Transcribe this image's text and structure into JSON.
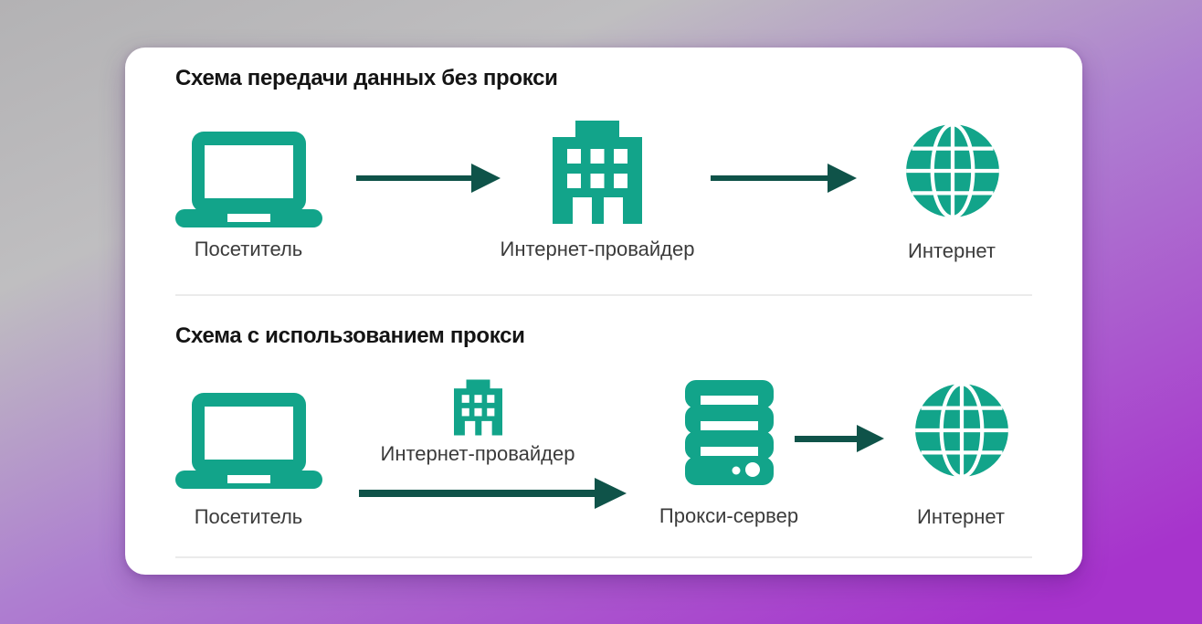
{
  "theme": {
    "bg_start": "#b3b2b4",
    "bg_mid_gray": "#bfbec0",
    "bg_mid_purple": "#ae7fd0",
    "bg_end": "#a733cc",
    "card_bg": "#ffffff",
    "icon_color": "#12a48a",
    "arrow_color": "#0f5349",
    "title_color": "#141414",
    "label_color": "#3b3b3b",
    "divider_color": "#ebebeb"
  },
  "card": {
    "sections": [
      {
        "title": "Схема передачи данных без прокси",
        "nodes": [
          {
            "icon": "laptop-icon",
            "label": "Посетитель"
          },
          {
            "icon": "building-icon",
            "label": "Интернет-провайдер"
          },
          {
            "icon": "globe-icon",
            "label": "Интернет"
          }
        ]
      },
      {
        "title": "Схема с использованием прокси",
        "nodes": [
          {
            "icon": "laptop-icon",
            "label": "Посетитель"
          },
          {
            "icon": "building-icon",
            "label": "Интернет-провайдер"
          },
          {
            "icon": "server-icon",
            "label": "Прокси-сервер"
          },
          {
            "icon": "globe-icon",
            "label": "Интернет"
          }
        ]
      }
    ]
  }
}
